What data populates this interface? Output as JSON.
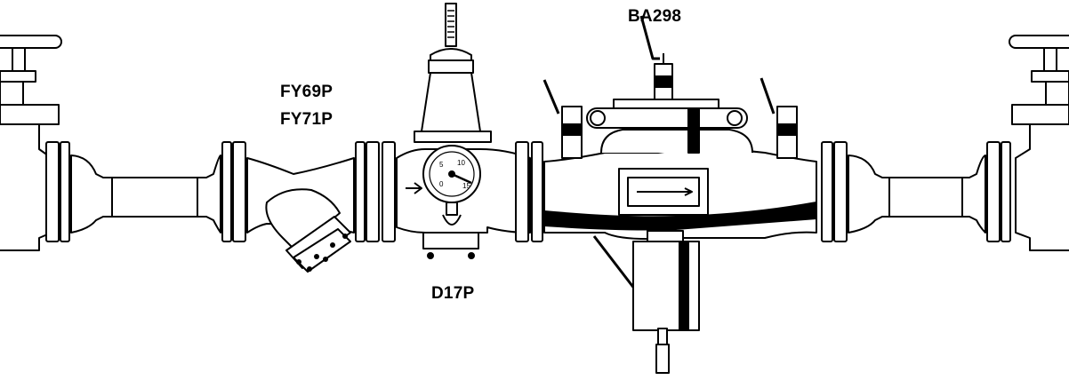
{
  "labels": {
    "backflow_preventer": "BA298",
    "strainer_1": "FY69P",
    "strainer_2": "FY71P",
    "pressure_reducer": "D17P"
  },
  "gauge": {
    "scale": [
      "0",
      "5",
      "10",
      "15"
    ]
  }
}
